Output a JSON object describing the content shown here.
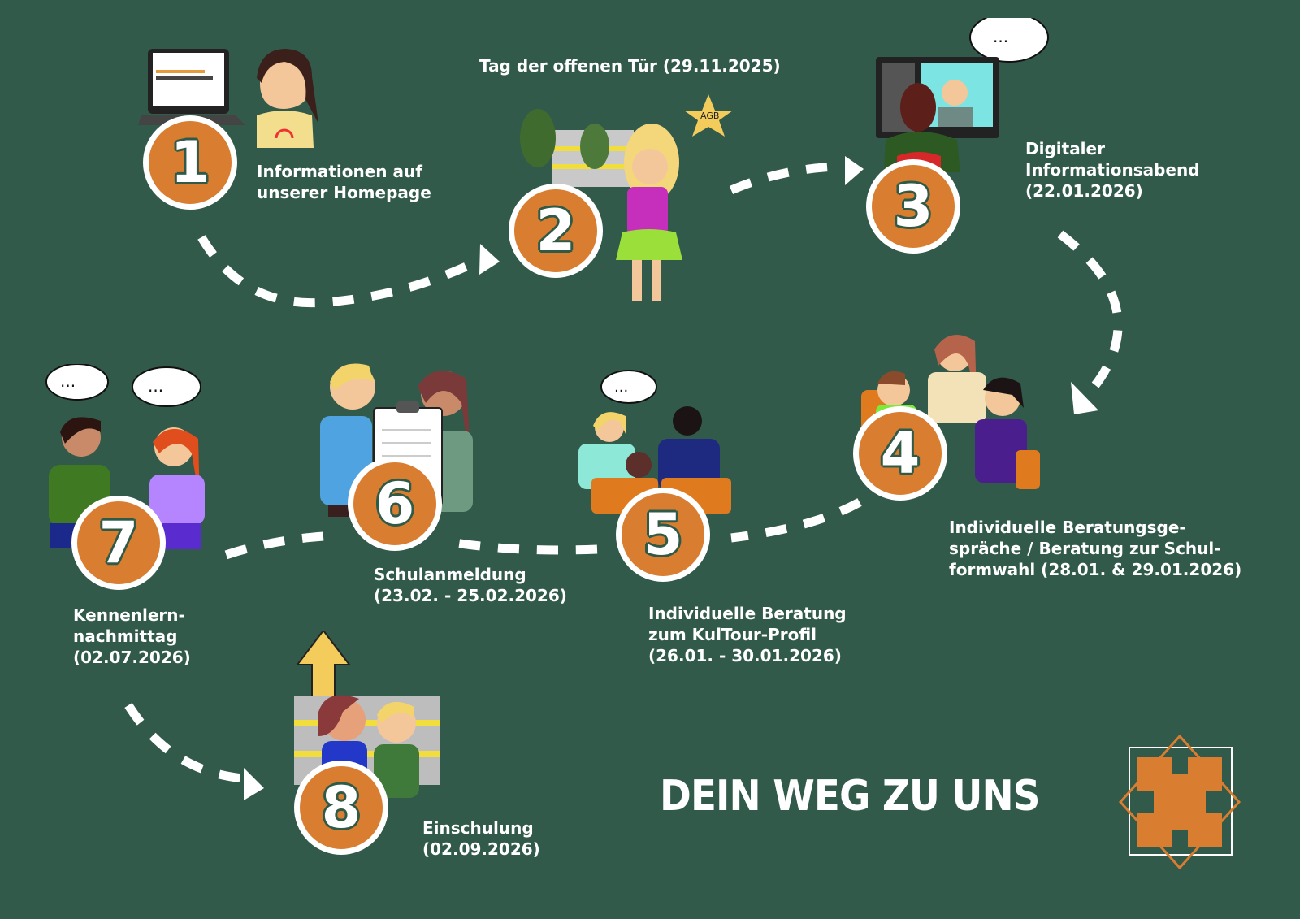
{
  "poster": {
    "title": "DEIN WEG ZU UNS",
    "colors": {
      "background": "#315a4a",
      "badge": "#d97d31",
      "badge_border": "#ffffff",
      "text": "#ffffff"
    }
  },
  "steps": [
    {
      "number": "1",
      "label": "Informationen auf\nunserer Homepage",
      "illustration": "girl-with-laptop"
    },
    {
      "number": "2",
      "label": "Tag der offenen Tür (29.11.2025)",
      "illustration": "girl-pointing-at-school-with-star-balloon",
      "balloon_text": "AGB"
    },
    {
      "number": "3",
      "label": "Digitaler\nInformationsabend\n(22.01.2026)",
      "illustration": "video-call-monitor"
    },
    {
      "number": "4",
      "label": "Individuelle Beratungsge-\nspräche / Beratung zur Schul-\nformwahl (28.01. & 29.01.2026)",
      "illustration": "counseling-at-table"
    },
    {
      "number": "5",
      "label": "Individuelle Beratung\nzum KulTour-Profil\n(26.01. - 30.01.2026)",
      "illustration": "kultour-counseling"
    },
    {
      "number": "6",
      "label": "Schulanmeldung\n(23.02. - 25.02.2026)",
      "illustration": "children-with-clipboard"
    },
    {
      "number": "7",
      "label": "Kennenlern-\nnachmittag\n(02.07.2026)",
      "illustration": "two-children-talking"
    },
    {
      "number": "8",
      "label": "Einschulung\n(02.09.2026)",
      "illustration": "children-in-front-of-school"
    }
  ],
  "speech_bubble_text": "..."
}
